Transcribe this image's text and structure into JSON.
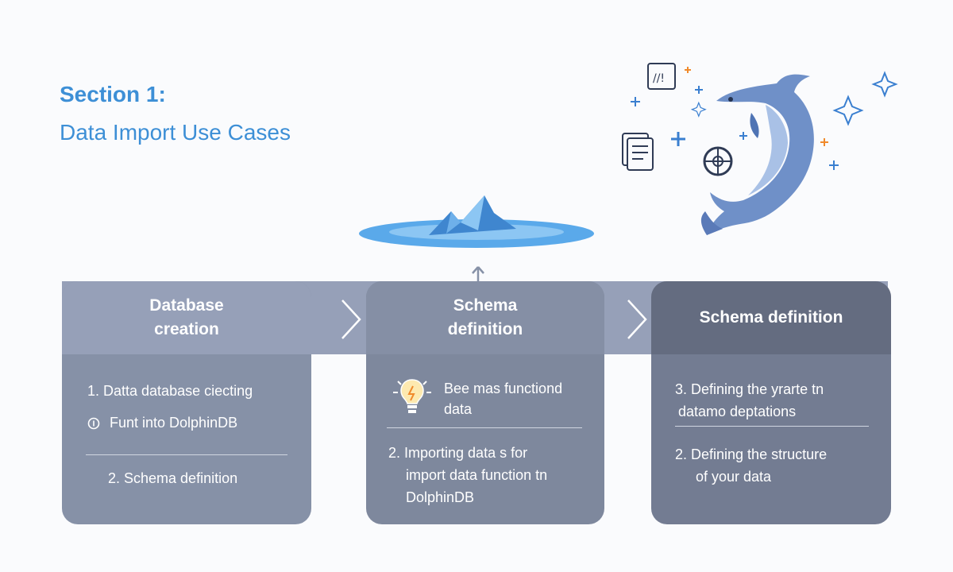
{
  "heading": {
    "title": "Section 1:",
    "subtitle": "Data Import Use Cases"
  },
  "cards": [
    {
      "title_line1": "Database",
      "title_line2": "creation",
      "item1": "1. Datta database ciecting",
      "item2": "Funt into DolphinDB",
      "item3": "2. Schema definition"
    },
    {
      "title_line1": "Schema",
      "title_line2": "definition",
      "tip_line1": "Bee mas functiond",
      "tip_line2": "data",
      "item_line1": "2. Importing data s for",
      "item_line2": "import data function tn",
      "item_line3": "DolphinDB"
    },
    {
      "title": "Schema definition",
      "item1_line1": "3. Defining the yrarte tn",
      "item1_line2": "datamo deptations",
      "item2_line1": "2. Defining the structure",
      "item2_line2": "of your data"
    }
  ],
  "chart_icon_text": "//!",
  "colors": {
    "title_blue": "#3d8fd6",
    "band": "#96a0b8",
    "card1": "#8691a7",
    "card2": "#7e889d",
    "card3": "#737c92",
    "dolphin": "#6f90c8",
    "water": "#5aa9ea",
    "spark_orange": "#f08a2c"
  }
}
